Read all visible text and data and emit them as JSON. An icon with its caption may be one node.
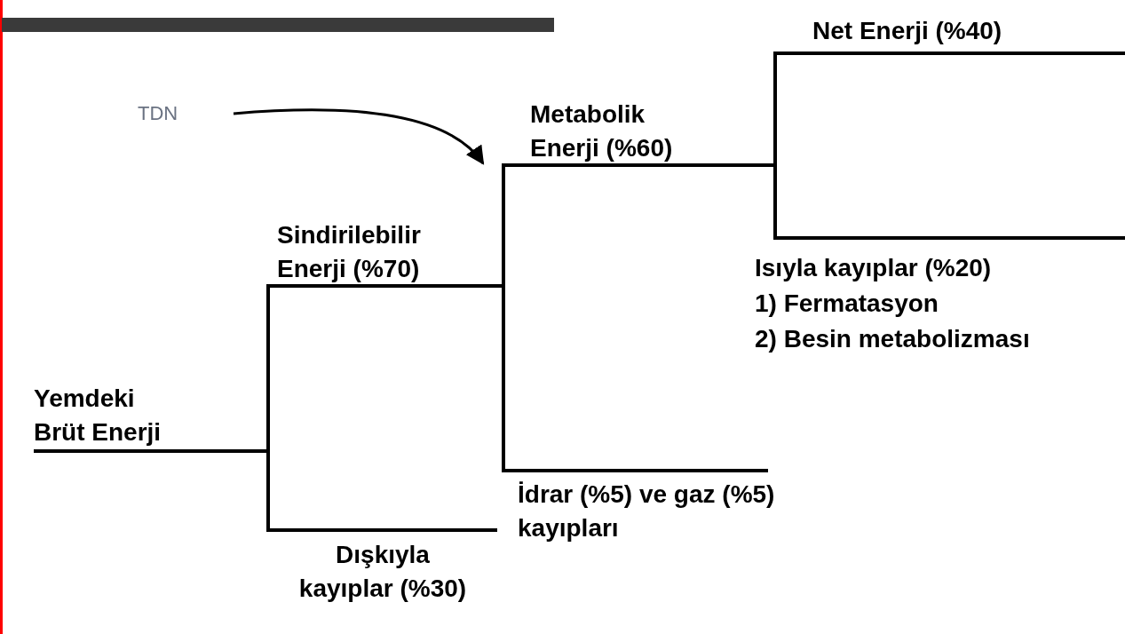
{
  "diagram": {
    "nodes": [
      {
        "text": [
          "Yemdeki Brüt Enerji"
        ]
      },
      {
        "text": [
          "Sindirilebilir Enerji (%70)"
        ]
      },
      {
        "text": [
          "Dışkıyla kayıplar (%30)"
        ]
      },
      {
        "text": [
          "Metabolik Enerji (%60)"
        ]
      },
      {
        "text": [
          "İdrar (%5) ve gaz (%5) kayıpları"
        ]
      },
      {
        "text": [
          "Net Enerji (%40)"
        ]
      },
      {
        "text": [
          "Isıyla kayıplar (%20)",
          "1) Fermatasyon",
          "2) Besin metabolizması"
        ]
      },
      {
        "text": [
          "TDN"
        ]
      }
    ],
    "edges": [
      {
        "from": 0,
        "to": 1,
        "arrow": "none"
      },
      {
        "from": 0,
        "to": 2,
        "arrow": "none"
      },
      {
        "from": 1,
        "to": 3,
        "arrow": "none"
      },
      {
        "from": 1,
        "to": 4,
        "arrow": "none"
      },
      {
        "from": 3,
        "to": 5,
        "arrow": "none"
      },
      {
        "from": 3,
        "to": 6,
        "arrow": "none"
      },
      {
        "from": 7,
        "to": 3,
        "arrow": "to"
      }
    ]
  }
}
